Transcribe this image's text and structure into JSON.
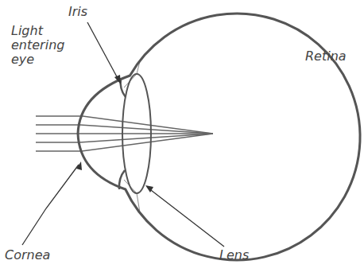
{
  "diagram": {
    "labels": [
      "Iris",
      "Light entering eye",
      "Retina",
      "Cornea",
      "Lens"
    ]
  }
}
